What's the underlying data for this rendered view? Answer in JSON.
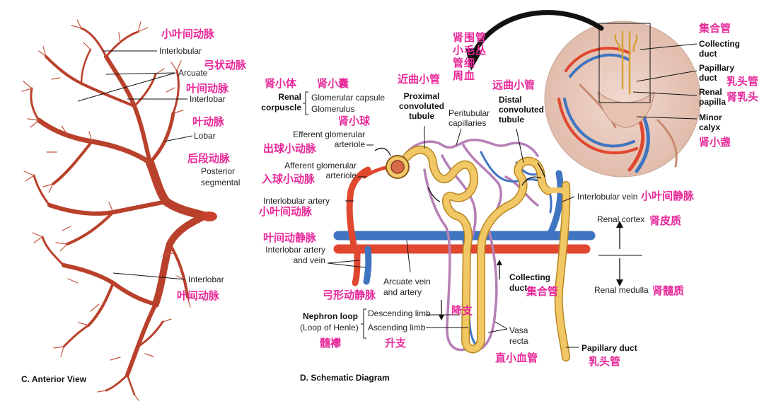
{
  "panel_c": {
    "caption": "C. Anterior View",
    "labels": {
      "interlobular": "Interlobular",
      "arcuate": "Arcuate",
      "interlobar_top": "Interlobar",
      "lobar": "Lobar",
      "posterior_segmental": "Posterior\nsegmental",
      "interlobar_bottom": "Interlobar"
    },
    "zh": {
      "interlobular": "小叶间动脉",
      "arcuate": "弓状动脉",
      "interlobar_top": "叶间动脉",
      "lobar": "叶动脉",
      "posterior_segmental": "后段动脉",
      "interlobar_bottom": "叶间动脉"
    }
  },
  "panel_d": {
    "caption": "D. Schematic Diagram",
    "labels": {
      "renal_corpuscle": "Renal\ncorpuscle",
      "glomerular_capsule": "Glomerular capsule",
      "glomerulus": "Glomerulus",
      "efferent_arteriole": "Efferent glomerular\narteriole",
      "afferent_arteriole": "Afferent glomerular\narteriole",
      "interlobular_artery": "Interlobular artery",
      "interlobar_artery_vein": "Interlobar artery\nand vein",
      "arcuate_vein_artery": "Arcuate vein\nand artery",
      "proximal_tubule": "Proximal\nconvoluted\ntubule",
      "peritubular_capillaries": "Peritubular\ncapillaries",
      "distal_tubule": "Distal\nconvoluted\ntubule",
      "interlobular_vein": "Interlobular vein",
      "renal_cortex": "Renal cortex",
      "renal_medulla": "Renal medulla",
      "collecting_duct": "Collecting\nduct",
      "nephron_loop": "Nephron loop",
      "loop_of_henle": "(Loop of Henle)",
      "descending_limb": "Descending limb",
      "ascending_limb": "Ascending limb",
      "vasa_recta": "Vasa\nrecta",
      "papillary_duct": "Papillary duct"
    },
    "zh": {
      "renal_corpuscle": "肾小体",
      "glomerular_capsule": "肾小囊",
      "glomerulus": "肾小球",
      "efferent_arteriole": "出球小动脉",
      "afferent_arteriole": "入球小动脉",
      "interlobular_artery": "小叶间动脉",
      "interlobar_artery_vein": "叶间动静脉",
      "arcuate_vein_artery": "弓形动静脉",
      "proximal_tubule": "近曲小管",
      "peritubular_capillaries": "肾小管周围毛细血管丛",
      "distal_tubule": "远曲小管",
      "interlobular_vein": "小叶间静脉",
      "renal_cortex": "肾皮质",
      "renal_medulla": "肾髓质",
      "collecting_duct": "集合管",
      "nephron_loop": "髓襻",
      "descending_limb": "降支",
      "ascending_limb": "升支",
      "vasa_recta": "直小血管",
      "papillary_duct": "乳头管"
    }
  },
  "inset": {
    "labels": {
      "collecting_duct": "Collecting\nduct",
      "papillary_duct": "Papillary\nduct",
      "renal_papilla": "Renal\npapilla",
      "minor_calyx": "Minor\ncalyx"
    },
    "zh": {
      "collecting_duct": "集合管",
      "papillary_duct": "乳头管",
      "renal_papilla": "肾乳头",
      "minor_calyx": "肾小盏"
    }
  },
  "colors": {
    "artery_tree": "#b9412b",
    "artery_red": "#e0472f",
    "vein_blue": "#3f74c0",
    "tubule_yellow": "#f2c766",
    "tubule_outline": "#b8861f",
    "capillary_purple": "#b77fb6",
    "chinese_label": "#e8299a"
  }
}
